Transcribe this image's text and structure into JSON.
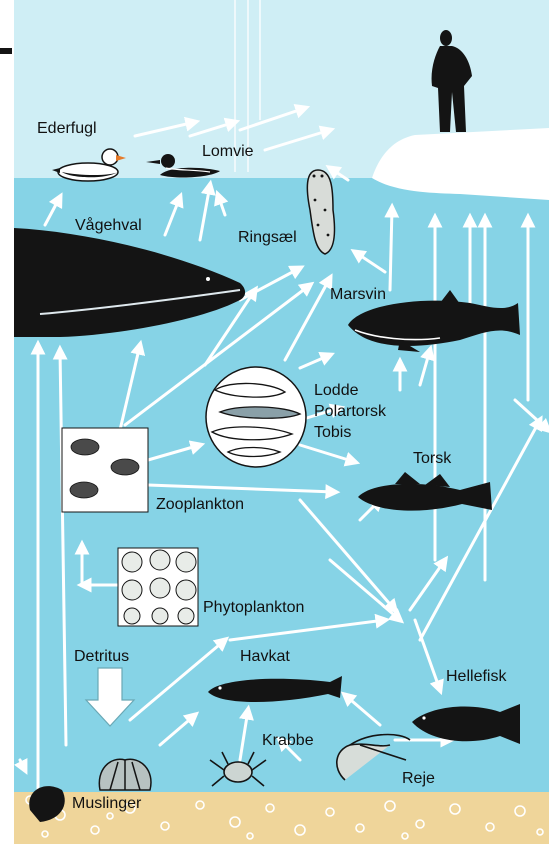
{
  "labels": {
    "ederfugl": "Ederfugl",
    "lomvie": "Lomvie",
    "vagehval": "Vågehval",
    "ringsael": "Ringsæl",
    "marsvin": "Marsvin",
    "forage_fish": "Lodde\nPolartorsk\nTobis",
    "torsk": "Torsk",
    "zooplankton": "Zooplankton",
    "phytoplankton": "Phytoplankton",
    "detritus": "Detritus",
    "havkat": "Havkat",
    "hellefisk": "Hellefisk",
    "krabbe": "Krabbe",
    "reje": "Reje",
    "muslinger": "Muslinger"
  },
  "colors": {
    "sky": "#cfeef5",
    "sea": "#86d3e6",
    "ice": "#ffffff",
    "sand": "#efd59a",
    "arrow": "#ffffff",
    "animal": "#141414"
  }
}
